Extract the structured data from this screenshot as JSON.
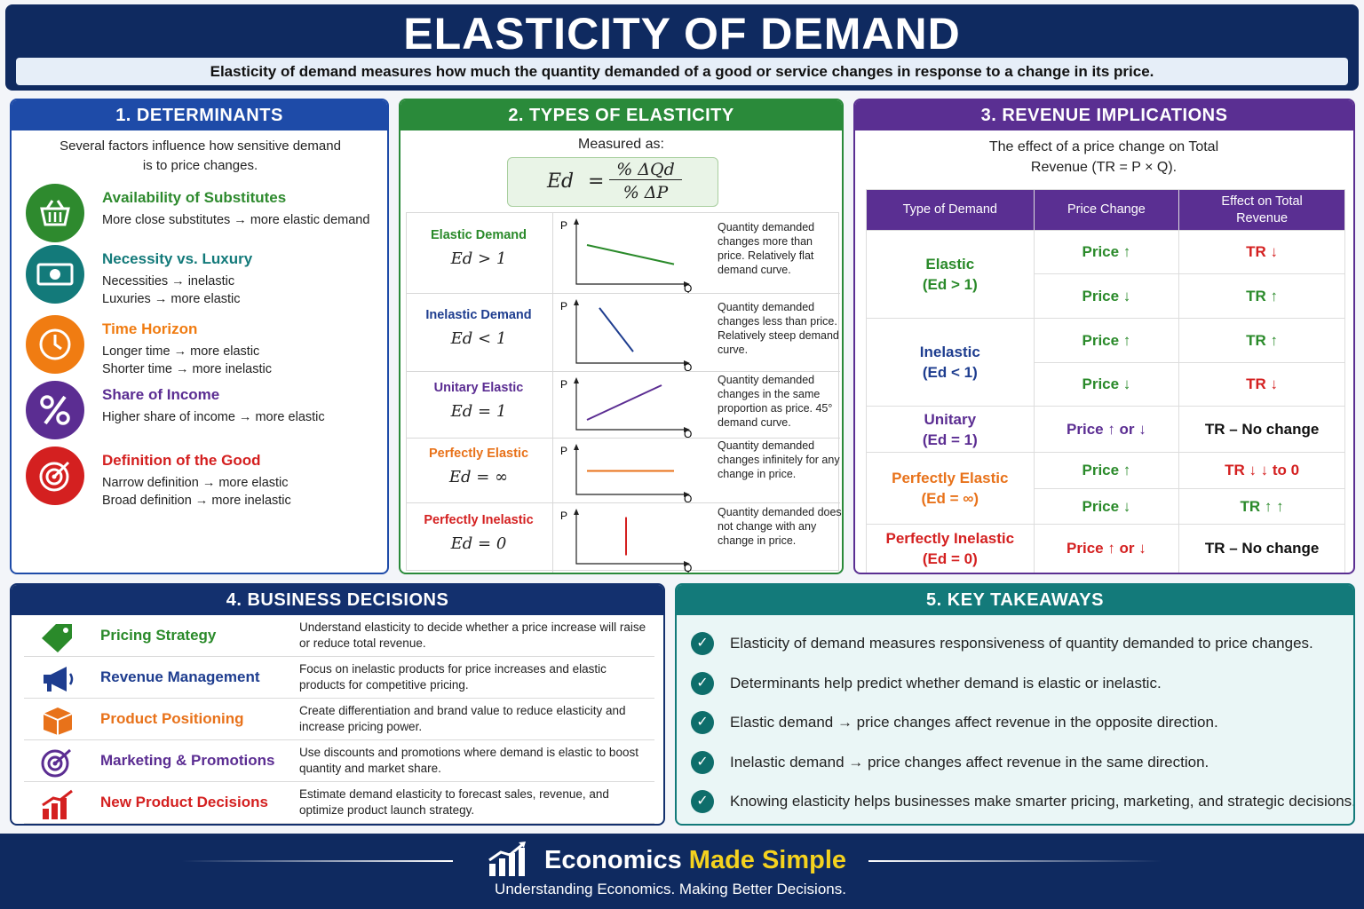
{
  "header": {
    "title": "ELASTICITY OF DEMAND",
    "subtitle": "Elasticity of demand measures how much the quantity demanded of a good or service changes in response to a change in its price."
  },
  "determinants": {
    "heading": "1. DETERMINANTS",
    "intro": "Several factors influence how sensitive demand is to price changes.",
    "items": [
      {
        "title": "Availability of Substitutes",
        "line1": "More close substitutes → more elastic demand",
        "line2": "",
        "icon": "basket-icon",
        "color": "#2e8a2e"
      },
      {
        "title": "Necessity vs. Luxury",
        "line1": "Necessities → inelastic",
        "line2": "Luxuries → more elastic",
        "icon": "money-icon",
        "color": "#137a7a"
      },
      {
        "title": "Time Horizon",
        "line1": "Longer time → more elastic",
        "line2": "Shorter time → more inelastic",
        "icon": "clock-icon",
        "color": "#f07c12"
      },
      {
        "title": "Share of Income",
        "line1": "Higher share of income → more elastic",
        "line2": "",
        "icon": "percent-icon",
        "color": "#5b2d92"
      },
      {
        "title": "Definition of the Good",
        "line1": "Narrow definition → more elastic",
        "line2": "Broad definition → more inelastic",
        "icon": "target-icon",
        "color": "#d42020"
      }
    ]
  },
  "types": {
    "heading": "2. TYPES OF ELASTICITY",
    "measured_as": "Measured as:",
    "formula_lhs": "Ed",
    "formula_num": "% ΔQd",
    "formula_den": "% ΔP",
    "axis_p": "P",
    "axis_q": "Q",
    "rows": [
      {
        "name": "Elastic Demand",
        "eq": "Ed > 1",
        "color": "#2a8a2a",
        "desc": "Quantity demanded changes more than price. Relatively flat demand curve."
      },
      {
        "name": "Inelastic Demand",
        "eq": "Ed < 1",
        "color": "#1e3d8f",
        "desc": "Quantity demanded changes less than price. Relatively steep demand curve."
      },
      {
        "name": "Unitary Elastic",
        "eq": "Ed = 1",
        "color": "#5b2d92",
        "desc": "Quantity demanded changes in the same proportion as price. 45° demand curve."
      },
      {
        "name": "Perfectly Elastic",
        "eq": "Ed = ∞",
        "color": "#e8721a",
        "desc": "Quantity demanded changes infinitely for any change in price."
      },
      {
        "name": "Perfectly Inelastic",
        "eq": "Ed = 0",
        "color": "#d42020",
        "desc": "Quantity demanded does not change with any change in price."
      }
    ]
  },
  "revenue": {
    "heading": "3. REVENUE IMPLICATIONS",
    "intro": "The effect of a price change on Total Revenue (TR = P × Q).",
    "col1": "Type of Demand",
    "col2": "Price Change",
    "col3": "Effect on Total Revenue",
    "groups": [
      {
        "type": "Elastic",
        "cond": "(Ed > 1)",
        "color": "#2a8a2a",
        "rows": [
          {
            "price": "Price ↑",
            "price_color": "#2a8a2a",
            "tr": "TR ↓",
            "tr_color": "#d42020"
          },
          {
            "price": "Price ↓",
            "price_color": "#2a8a2a",
            "tr": "TR ↑",
            "tr_color": "#2a8a2a"
          }
        ]
      },
      {
        "type": "Inelastic",
        "cond": "(Ed < 1)",
        "color": "#1e3d8f",
        "rows": [
          {
            "price": "Price ↑",
            "price_color": "#2a8a2a",
            "tr": "TR ↑",
            "tr_color": "#2a8a2a"
          },
          {
            "price": "Price ↓",
            "price_color": "#2a8a2a",
            "tr": "TR ↓",
            "tr_color": "#d42020"
          }
        ]
      },
      {
        "type": "Unitary",
        "cond": "(Ed = 1)",
        "color": "#5b2d92",
        "rows": [
          {
            "price": "Price ↑ or ↓",
            "price_color": "#5b2d92",
            "tr": "TR – No change",
            "tr_color": "#111"
          }
        ]
      },
      {
        "type": "Perfectly Elastic",
        "cond": "(Ed = ∞)",
        "color": "#e8721a",
        "rows": [
          {
            "price": "Price ↑",
            "price_color": "#2a8a2a",
            "tr": "TR ↓ ↓ to 0",
            "tr_color": "#d42020"
          },
          {
            "price": "Price ↓",
            "price_color": "#2a8a2a",
            "tr": "TR ↑ ↑",
            "tr_color": "#2a8a2a"
          }
        ]
      },
      {
        "type": "Perfectly Inelastic",
        "cond": "(Ed = 0)",
        "color": "#d42020",
        "rows": [
          {
            "price": "Price ↑ or ↓",
            "price_color": "#d42020",
            "tr": "TR – No change",
            "tr_color": "#111"
          }
        ]
      }
    ]
  },
  "business": {
    "heading": "4. BUSINESS DECISIONS",
    "items": [
      {
        "name": "Pricing Strategy",
        "desc": "Understand elasticity to decide whether a price increase will raise or reduce total revenue.",
        "color": "#2a8a2a",
        "icon": "price-tag-icon"
      },
      {
        "name": "Revenue Management",
        "desc": "Focus on inelastic products for price increases and elastic products for competitive pricing.",
        "color": "#1e3d8f",
        "icon": "megaphone-icon"
      },
      {
        "name": "Product Positioning",
        "desc": "Create differentiation and brand value to reduce elasticity and increase pricing power.",
        "color": "#e8721a",
        "icon": "box-icon"
      },
      {
        "name": "Marketing & Promotions",
        "desc": "Use discounts and promotions where demand is elastic to boost quantity and market share.",
        "color": "#5b2d92",
        "icon": "target-icon"
      },
      {
        "name": "New Product Decisions",
        "desc": "Estimate demand elasticity to forecast sales, revenue, and optimize product launch strategy.",
        "color": "#d42020",
        "icon": "growth-chart-icon"
      }
    ]
  },
  "takeaways": {
    "heading": "5. KEY TAKEAWAYS",
    "items": [
      "Elasticity of demand measures responsiveness of quantity demanded to price changes.",
      "Determinants help predict whether demand is elastic or inelastic.",
      "Elastic demand  →  price changes affect revenue in the opposite direction.",
      "Inelastic demand  →  price changes affect revenue in the same direction.",
      "Knowing elasticity helps businesses make smarter pricing, marketing, and strategic decisions."
    ]
  },
  "footer": {
    "brand_1": "Economics",
    "brand_2": "Made Simple",
    "tagline": "Understanding Economics. Making Better Decisions."
  }
}
